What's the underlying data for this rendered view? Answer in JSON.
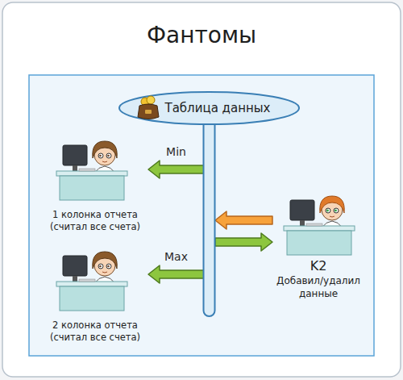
{
  "diagram": {
    "title": "Фантомы",
    "nodes": [
      {
        "text": [
          "Таблица данных"
        ]
      },
      {
        "text": [
          "1 колонка отчета (считал все счета)"
        ]
      },
      {
        "text": [
          "2 колонка отчета (считал все счета)"
        ]
      },
      {
        "text": [
          "K2",
          "Добавил/удалил данные"
        ]
      }
    ],
    "edges": [
      {
        "from": 0,
        "to": 1,
        "arrow": "to",
        "label": "Min"
      },
      {
        "from": 0,
        "to": 2,
        "arrow": "to",
        "label": "Max"
      },
      {
        "from": 3,
        "to": 0,
        "arrow": "to"
      },
      {
        "from": 0,
        "to": 3,
        "arrow": "to"
      }
    ]
  }
}
